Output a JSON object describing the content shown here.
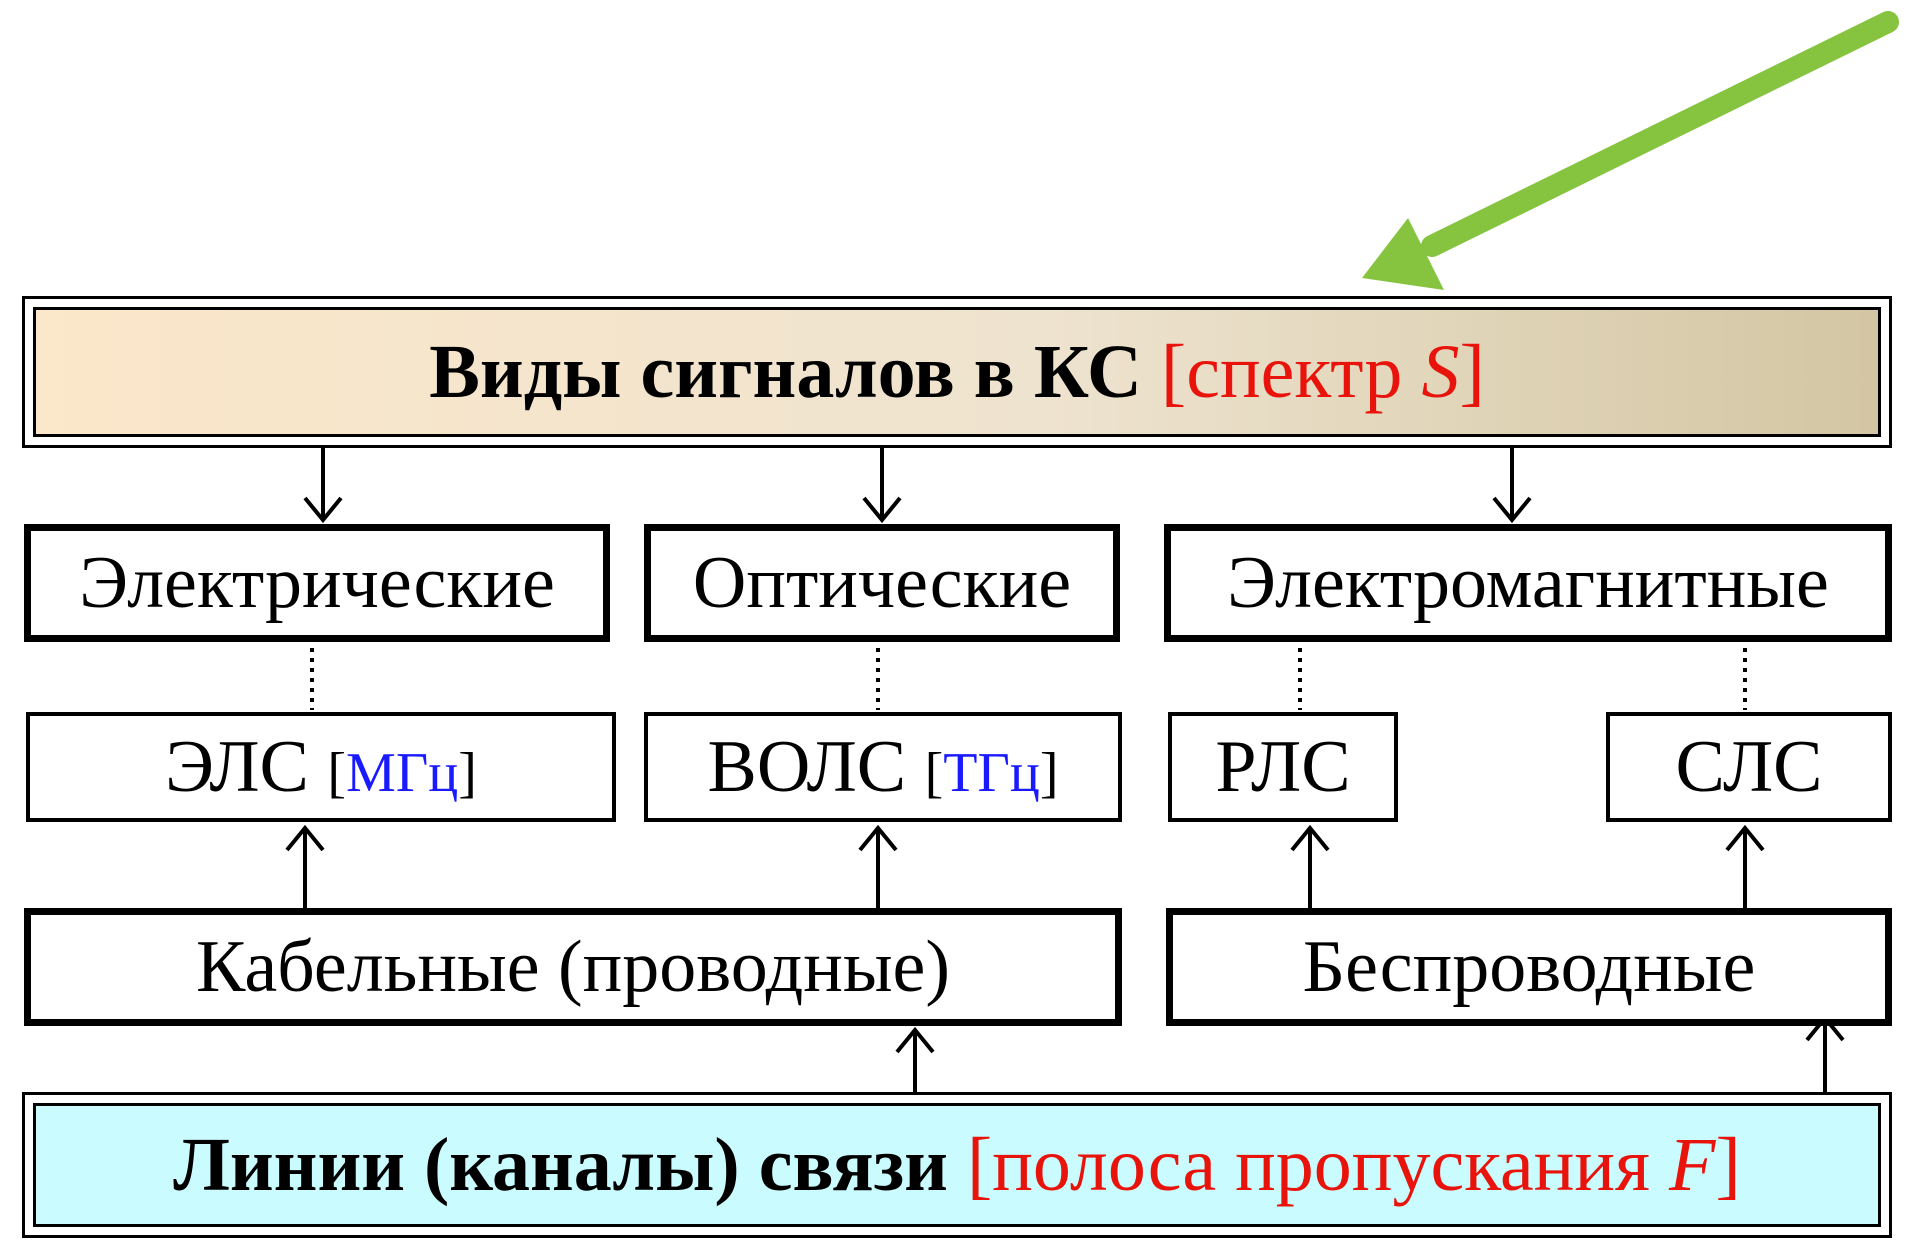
{
  "colors": {
    "accent_red": "#e8140c",
    "unit_blue": "#1a1aff",
    "arrow_green": "#86c440",
    "top_band_start": "#fbe7c9",
    "top_band_end": "#d3c6a3",
    "bottom_band": "#c9fbff"
  },
  "header": {
    "title": "Виды сигналов в КС",
    "bracket_open": "[",
    "spectrum_word": "спектр ",
    "spectrum_symbol": "S",
    "bracket_close": "]"
  },
  "signal_types": {
    "electric": "Электрические",
    "optical": "Оптические",
    "electromagnetic": "Электромагнитные"
  },
  "lines": {
    "els": {
      "label": "ЭЛС ",
      "bracket_open": "[",
      "unit": "МГц",
      "bracket_close": "]"
    },
    "vols": {
      "label": "ВОЛС ",
      "bracket_open": "[",
      "unit": "ТГц",
      "bracket_close": "]"
    },
    "rls": {
      "label": "РЛС"
    },
    "sls": {
      "label": "СЛС"
    }
  },
  "media": {
    "cable": "Кабельные (проводные)",
    "wireless": "Беспроводные"
  },
  "footer": {
    "title": "Линии (каналы) связи",
    "bracket_open": "[",
    "bandwidth_word": "полоса пропускания ",
    "bandwidth_symbol": "F",
    "bracket_close": "]"
  },
  "icons": {
    "pointer_arrow": "green-diagonal-arrow-icon"
  }
}
